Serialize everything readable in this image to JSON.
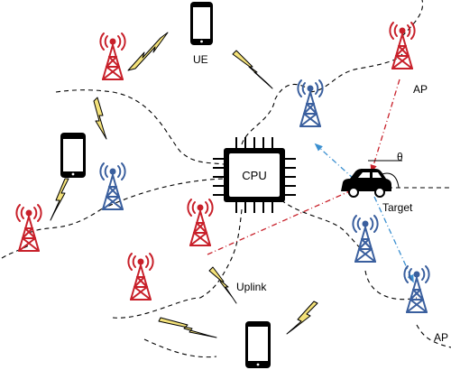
{
  "labels": {
    "ue": "UE",
    "cpu": "CPU",
    "ap_top": "AP",
    "ap_bottom": "AP",
    "target": "Target",
    "uplink": "Uplink",
    "theta": "θ"
  },
  "colors": {
    "red_ap": "#c8202a",
    "blue_ap": "#3a5f9e",
    "red_link": "#c8202a",
    "blue_link": "#3a8fd0",
    "bolt": "#f4e27a",
    "ink": "#000000"
  },
  "icons": {
    "ap": "antenna-tower-icon",
    "ue": "smartphone-icon",
    "cpu": "cpu-chip-icon",
    "target": "car-icon",
    "link": "lightning-bolt-icon"
  }
}
